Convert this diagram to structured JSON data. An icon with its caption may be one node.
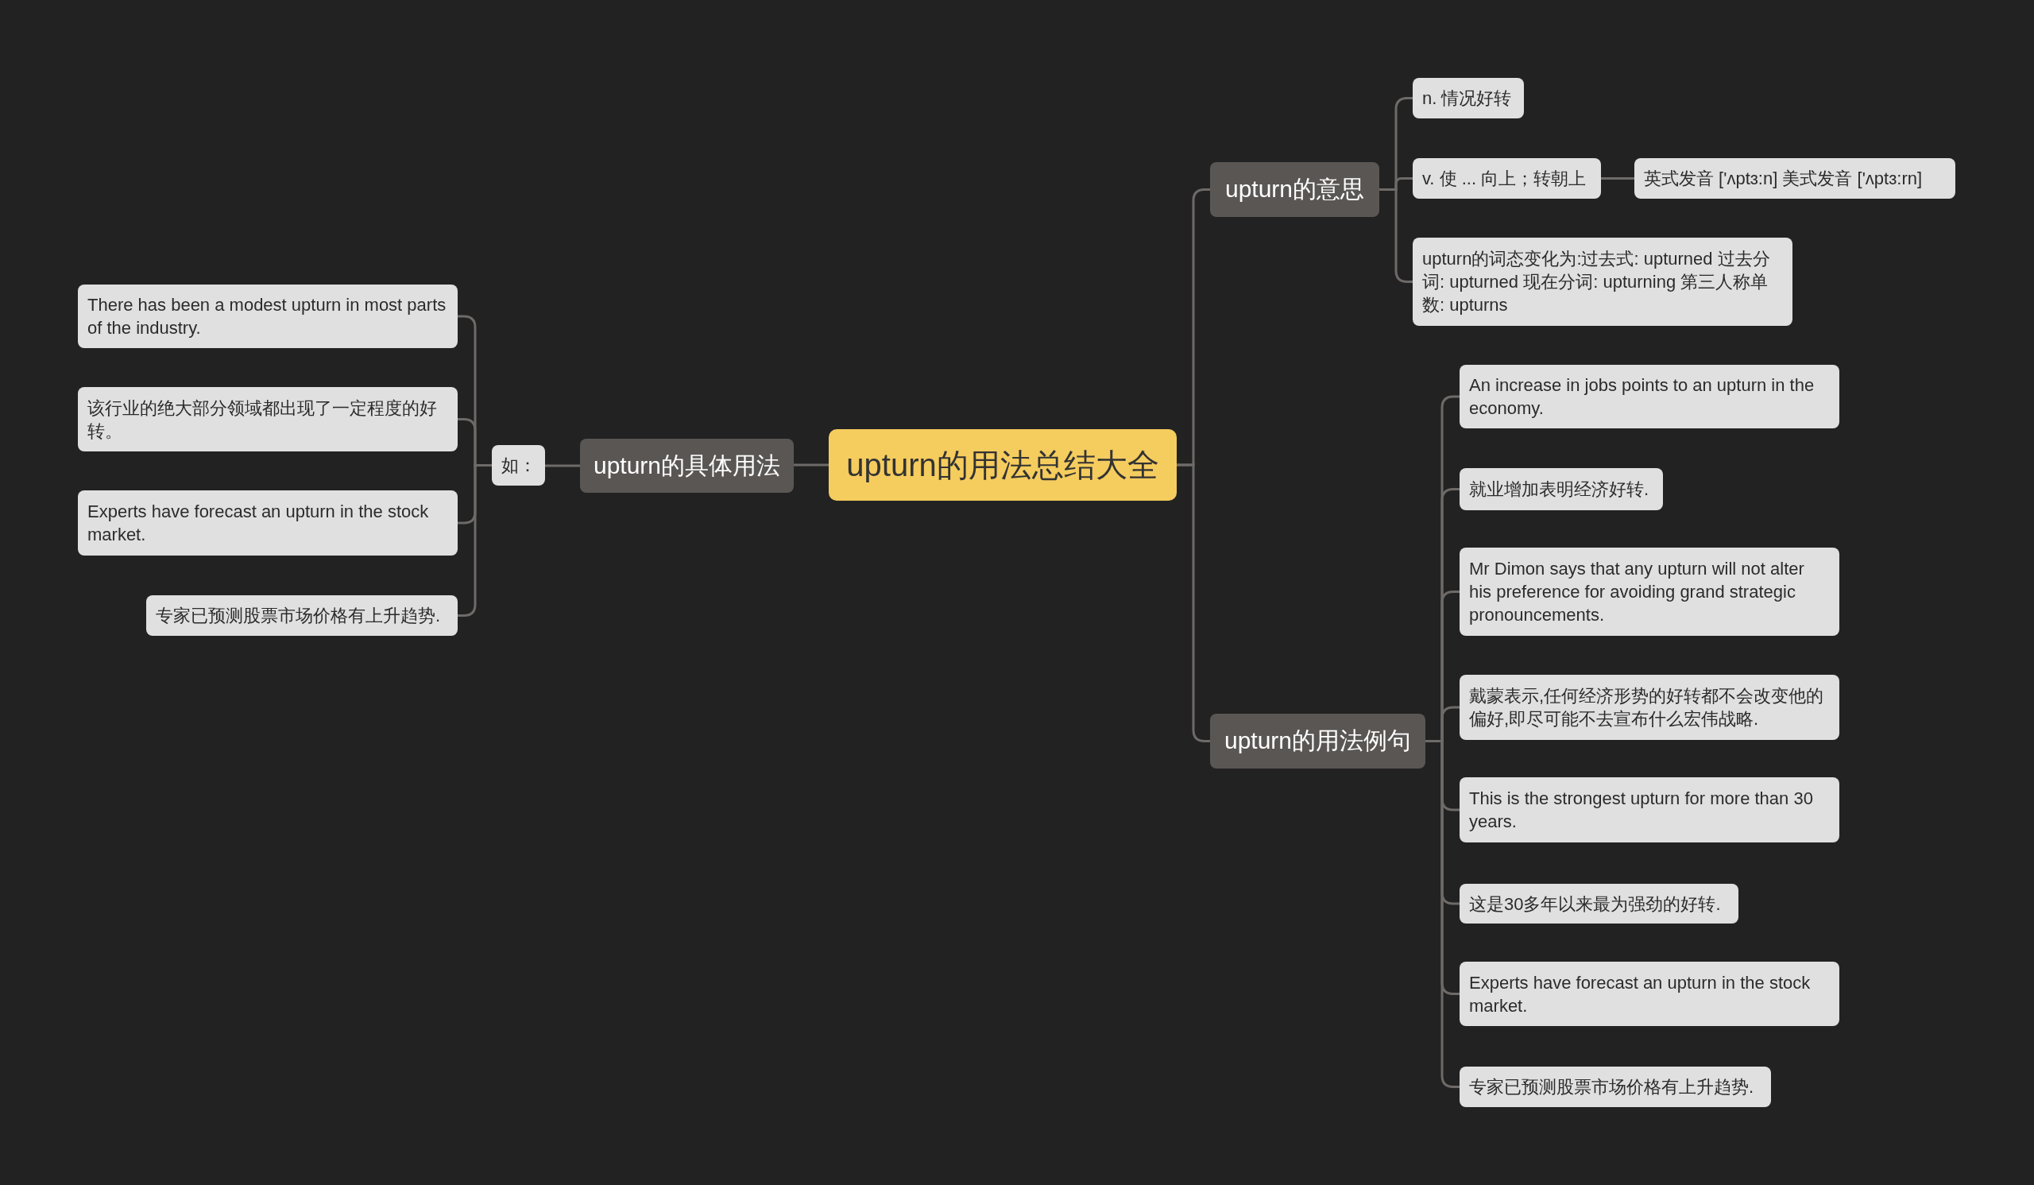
{
  "diagram": {
    "nodes": [
      {
        "text": [
          "upturn的用法总结大全"
        ]
      },
      {
        "text": [
          "upturn的意思"
        ]
      },
      {
        "text": [
          "n. 情况好转"
        ]
      },
      {
        "text": [
          "v. 使 ... 向上；转朝上"
        ]
      },
      {
        "text": [
          "英式发音 ['ʌptɜ:n] 美式发音 ['ʌptɜ:rn]"
        ]
      },
      {
        "text": [
          "upturn的词态变化为:过去式: upturned 过去分词: upturned 现在分词: upturning 第三人称单数: upturns"
        ]
      },
      {
        "text": [
          "upturn的用法例句"
        ]
      },
      {
        "text": [
          "An increase in jobs points to an upturn in the economy."
        ]
      },
      {
        "text": [
          "就业增加表明经济好转."
        ]
      },
      {
        "text": [
          "Mr Dimon says that any upturn will not alter his preference for avoiding grand strategic pronouncements."
        ]
      },
      {
        "text": [
          "戴蒙表示,任何经济形势的好转都不会改变他的偏好,即尽可能不去宣布什么宏伟战略."
        ]
      },
      {
        "text": [
          "This is the strongest upturn for more than 30 years."
        ]
      },
      {
        "text": [
          "这是30多年以来最为强劲的好转."
        ]
      },
      {
        "text": [
          "Experts have forecast an upturn in the stock market."
        ]
      },
      {
        "text": [
          "专家已预测股票市场价格有上升趋势."
        ]
      },
      {
        "text": [
          "upturn的具体用法"
        ]
      },
      {
        "text": [
          "如："
        ]
      },
      {
        "text": [
          "There has been a modest upturn in most parts of the industry."
        ]
      },
      {
        "text": [
          "该行业的绝大部分领域都出现了一定程度的好转。"
        ]
      },
      {
        "text": [
          "Experts have forecast an upturn in the stock market."
        ]
      },
      {
        "text": [
          "专家已预测股票市场价格有上升趋势."
        ]
      }
    ],
    "edges": [
      {
        "from": 0,
        "to": 1,
        "arrow": "none"
      },
      {
        "from": 0,
        "to": 6,
        "arrow": "none"
      },
      {
        "from": 0,
        "to": 15,
        "arrow": "none"
      },
      {
        "from": 1,
        "to": 2,
        "arrow": "none"
      },
      {
        "from": 1,
        "to": 3,
        "arrow": "none"
      },
      {
        "from": 1,
        "to": 5,
        "arrow": "none"
      },
      {
        "from": 3,
        "to": 4,
        "arrow": "none"
      },
      {
        "from": 6,
        "to": 7,
        "arrow": "none"
      },
      {
        "from": 6,
        "to": 8,
        "arrow": "none"
      },
      {
        "from": 6,
        "to": 9,
        "arrow": "none"
      },
      {
        "from": 6,
        "to": 10,
        "arrow": "none"
      },
      {
        "from": 6,
        "to": 11,
        "arrow": "none"
      },
      {
        "from": 6,
        "to": 12,
        "arrow": "none"
      },
      {
        "from": 6,
        "to": 13,
        "arrow": "none"
      },
      {
        "from": 6,
        "to": 14,
        "arrow": "none"
      },
      {
        "from": 15,
        "to": 16,
        "arrow": "none"
      },
      {
        "from": 16,
        "to": 17,
        "arrow": "none"
      },
      {
        "from": 16,
        "to": 18,
        "arrow": "none"
      },
      {
        "from": 16,
        "to": 19,
        "arrow": "none"
      },
      {
        "from": 16,
        "to": 20,
        "arrow": "none"
      }
    ]
  }
}
